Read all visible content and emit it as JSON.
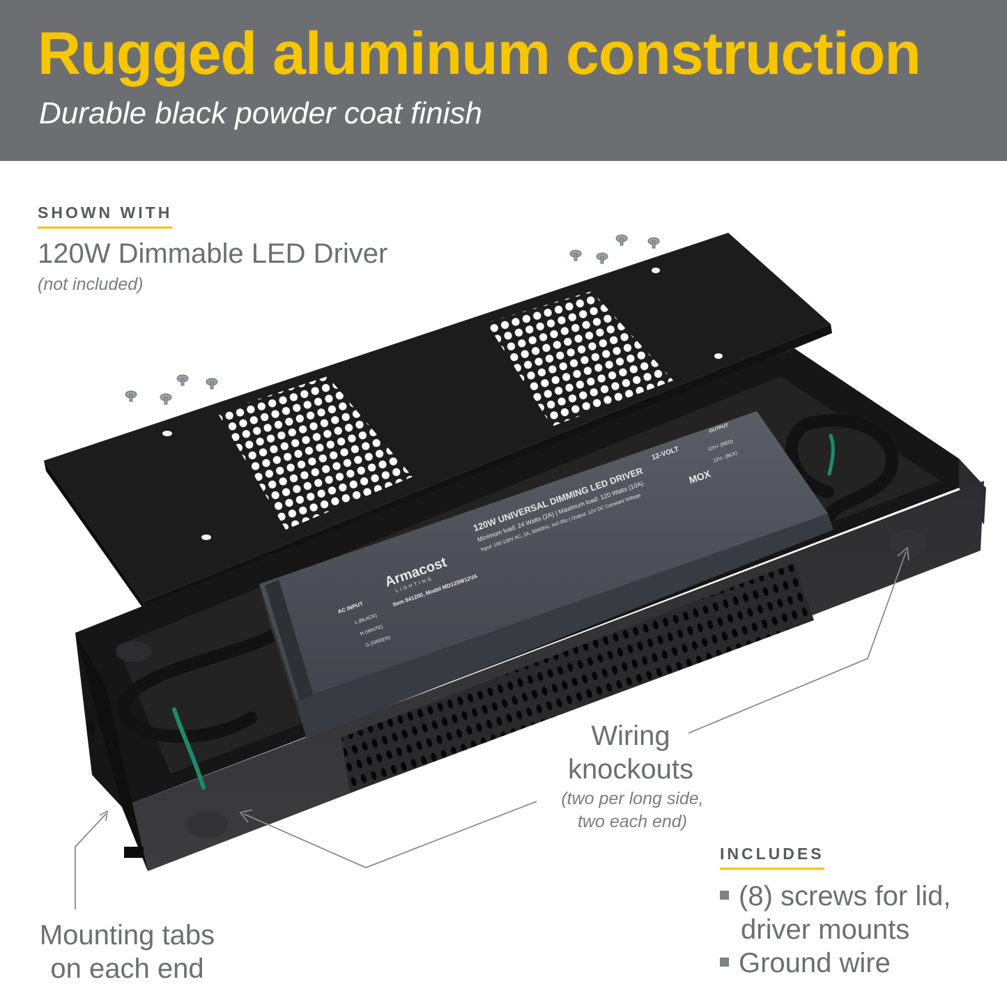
{
  "header": {
    "title": "Rugged aluminum construction",
    "subtitle": "Durable black powder coat finish"
  },
  "shown_with": {
    "eyebrow": "SHOWN WITH",
    "product": "120W Dimmable LED Driver",
    "note": "(not included)"
  },
  "callouts": {
    "knockouts_line1": "Wiring",
    "knockouts_line2": "knockouts",
    "knockouts_note1": "(two per long side,",
    "knockouts_note2": "two each end)",
    "tabs_line1": "Mounting tabs",
    "tabs_line2": "on each end"
  },
  "includes": {
    "eyebrow": "INCLUDES",
    "item1_line1": "(8) screws for lid,",
    "item1_line2": "driver mounts",
    "item2": "Ground wire"
  },
  "driver_label": {
    "brand": "Armacost",
    "brand_sub": "LIGHTING",
    "title": "120W UNIVERSAL DIMMING LED DRIVER",
    "load": "Minimum load: 24 Watts (2A) | Maximum load: 120 Watts (10A)",
    "input": "Input: 100-130V AC, 2A, 50/60Hz, λ≥0.95c | Output: 12V DC Constant Voltage",
    "item": "Item 841200, Model MD120W12VA",
    "ac_input": "AC INPUT",
    "l_black": "L (BLACK)",
    "n_white": "N (WHITE)",
    "g_green": "G (GREEN)",
    "output": "OUTPUT",
    "out_red": "12V+ (RED)",
    "out_blk": "12V– (BLK)",
    "volt": "12-VOLT",
    "mark": "MOX"
  },
  "colors": {
    "banner": "#6d6e71",
    "accent": "#f7c600",
    "box": "#1e1e1f",
    "driver": "#4b4e55",
    "wire_green": "#1f8a6a"
  }
}
